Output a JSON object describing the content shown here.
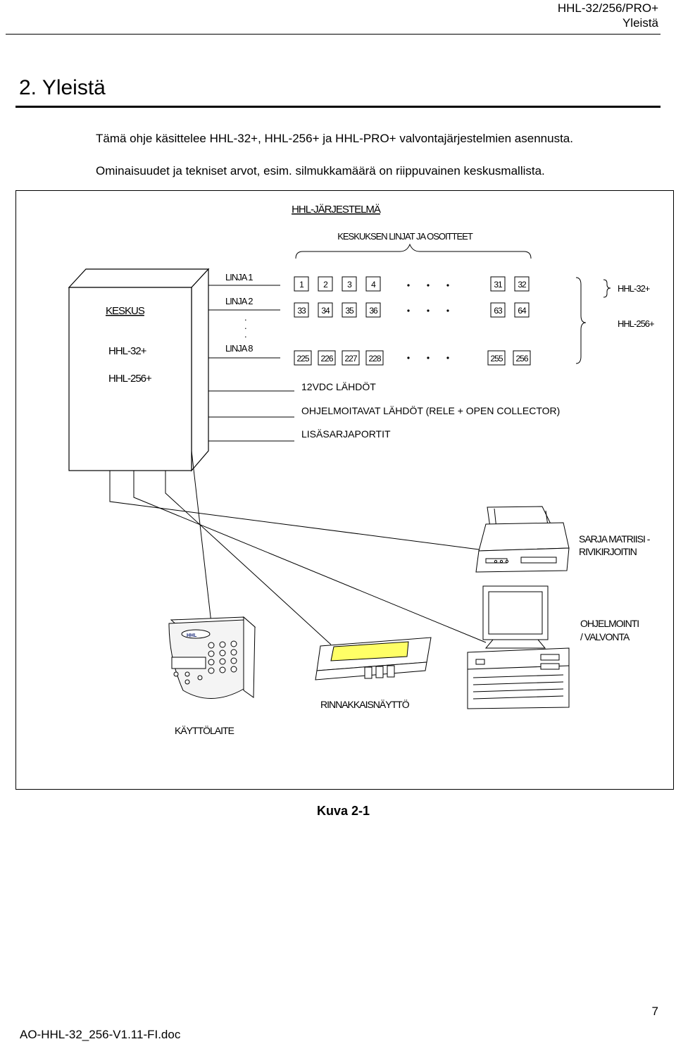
{
  "header": {
    "line1": "HHL-32/256/PRO+",
    "line2": "Yleistä"
  },
  "section_title": "2. Yleistä",
  "paragraphs": [
    "Tämä ohje käsittelee HHL-32+, HHL-256+ ja HHL-PRO+ valvontajärjestelmien asennusta.",
    "Ominaisuudet ja tekniset arvot, esim. silmukkamäärä on riippuvainen keskusmallista."
  ],
  "figure": {
    "title": "HHL-JÄRJESTELMÄ",
    "subtitle": "KESKUKSEN LINJAT JA OSOITTEET",
    "central": {
      "label": "KESKUS",
      "model1": "HHL-32+",
      "model2": "HHL-256+"
    },
    "lines": {
      "line1": "LINJA 1",
      "line2": "LINJA 2",
      "line8": "LINJA 8",
      "dots": "."
    },
    "addresses": {
      "row1": [
        "1",
        "2",
        "3",
        "4"
      ],
      "row1_end": [
        "31",
        "32"
      ],
      "row2": [
        "33",
        "34",
        "35",
        "36"
      ],
      "row2_end": [
        "63",
        "64"
      ],
      "row8": [
        "225",
        "226",
        "227",
        "228"
      ],
      "row8_end": [
        "255",
        "256"
      ]
    },
    "bracket_labels": {
      "small": "HHL-32+",
      "large": "HHL-256+"
    },
    "outputs": {
      "supply": "12VDC LÄHDÖT",
      "programmable": "OHJELMOITAVAT LÄHDÖT (RELE + OPEN COLLECTOR)",
      "serial": "LISÄSARJAPORTIT"
    },
    "devices": {
      "printer": [
        "SARJA MATRIISI -",
        "RIVIKIRJOITIN"
      ],
      "computer": [
        "OHJELMOINTI",
        "/ VALVONTA"
      ],
      "parallel_display": "RINNAKKAISNÄYTTÖ",
      "keypad": "KÄYTTÖLAITE",
      "keypad_logo": "HHL"
    },
    "caption": "Kuva 2-1"
  },
  "footer": {
    "doc_name": "AO-HHL-32_256-V1.11-FI.doc",
    "page_number": "7"
  }
}
